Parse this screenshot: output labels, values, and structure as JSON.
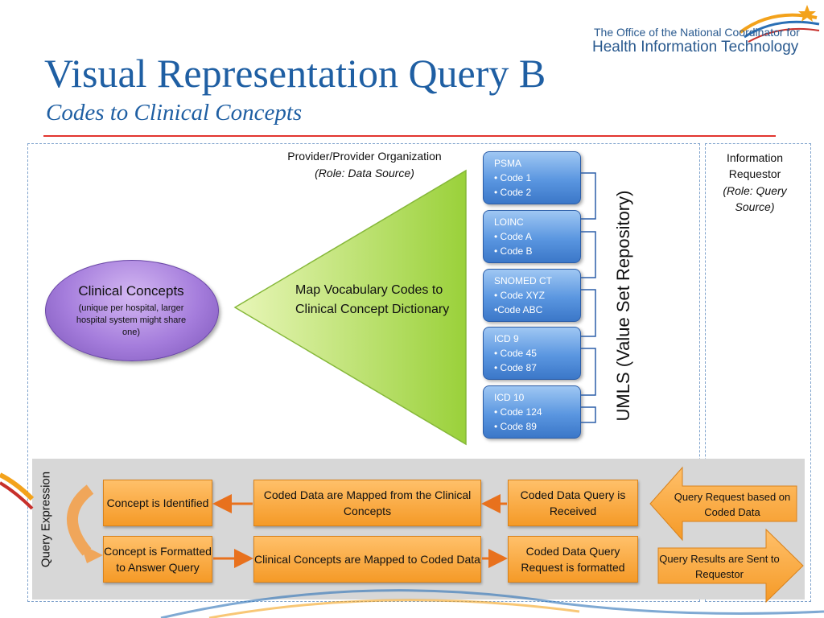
{
  "header": {
    "title": "Visual Representation Query B",
    "subtitle": "Codes to Clinical Concepts",
    "logo_line1": "The Office of the National Coordinator for",
    "logo_line2": "Health Information Technology"
  },
  "provider": {
    "label": "Provider/Provider Organization",
    "role": "(Role: Data Source)"
  },
  "requestor": {
    "label": "Information Requestor",
    "role": "(Role:  Query Source)"
  },
  "clinical_concepts": {
    "title": "Clinical Concepts",
    "note": "(unique per hospital, larger hospital system might share one)"
  },
  "map_vocabulary": "Map Vocabulary Codes to Clinical Concept Dictionary",
  "vocabularies": [
    {
      "name": "PSMA",
      "codes": [
        "•  Code 1",
        "•  Code 2"
      ]
    },
    {
      "name": "LOINC",
      "codes": [
        "• Code A",
        "•  Code B"
      ]
    },
    {
      "name": "SNOMED CT",
      "codes": [
        "• Code  XYZ",
        "•Code   ABC"
      ]
    },
    {
      "name": "ICD 9",
      "codes": [
        "•  Code 45",
        "•  Code 87"
      ]
    },
    {
      "name": "ICD 10",
      "codes": [
        "•  Code 124",
        "•  Code 89"
      ]
    }
  ],
  "umls_label": "UMLS (Value Set Repository)",
  "query_expression_label": "Query Expression",
  "flow_top": {
    "concept_identified": "Concept is Identified",
    "mapped_from": "Coded Data are Mapped from the Clinical Concepts",
    "query_received": "Coded Data Query is Received",
    "query_request": "Query Request based on Coded Data"
  },
  "flow_bottom": {
    "concept_formatted": "Concept is Formatted to Answer Query",
    "mapped_to": "Clinical Concepts are Mapped to Coded Data",
    "request_formatted": "Coded Data Query Request is formatted",
    "results_sent": "Query Results are Sent to Requestor"
  },
  "colors": {
    "title_blue": "#1f5fa3",
    "rule_red": "#e2362f",
    "orange": "#f59a27",
    "green": "#9ad13a",
    "blue_box": "#4a86d6",
    "purple": "#a57ddc"
  }
}
